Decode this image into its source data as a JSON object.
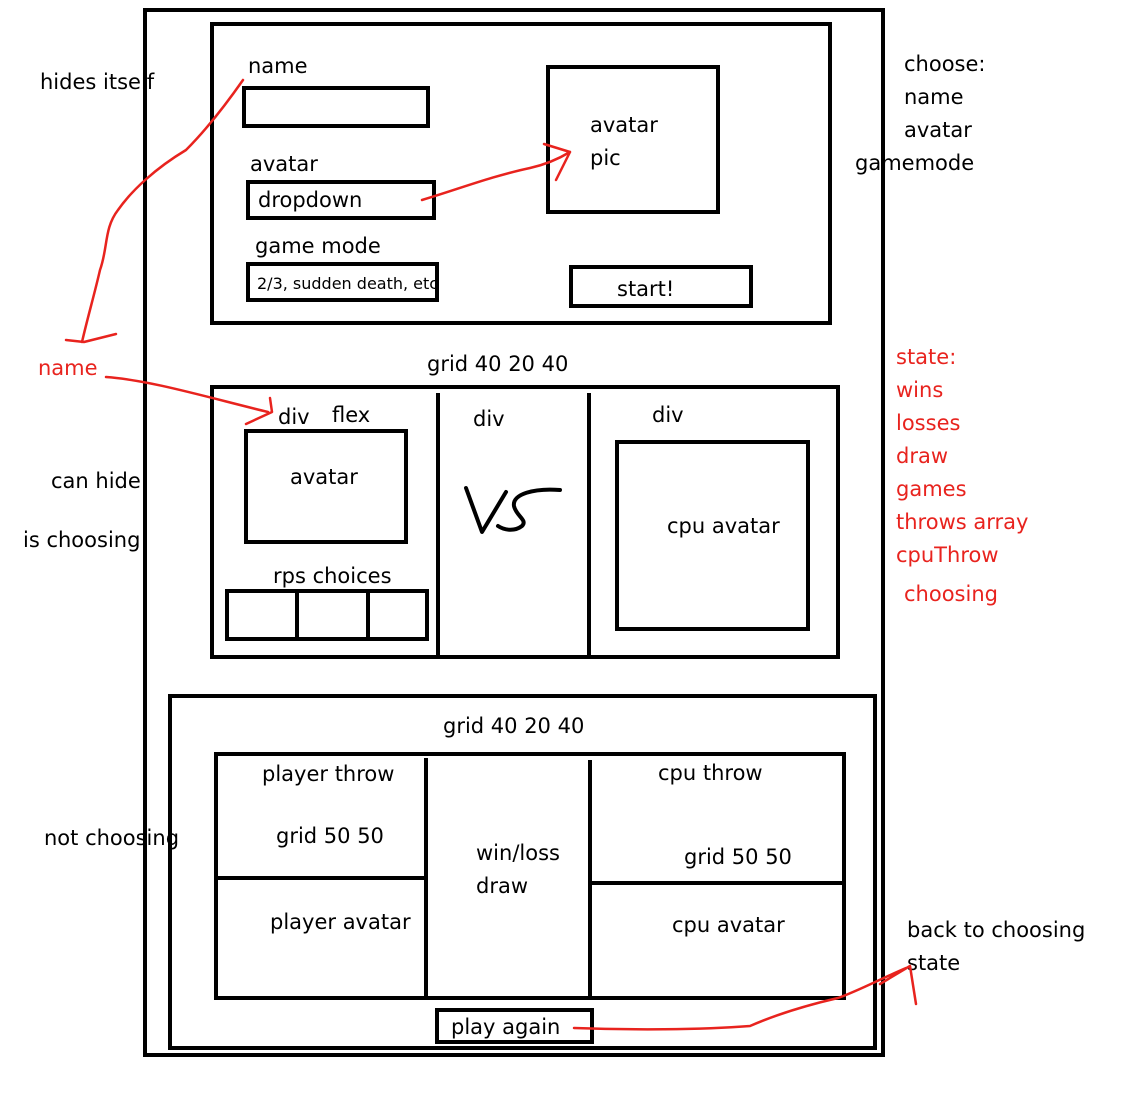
{
  "left_notes": {
    "hides_itself": "hides itself",
    "name_red": "name",
    "can_hide": "can hide",
    "is_choosing": "is choosing",
    "not_choosing": "not choosing"
  },
  "right_notes": {
    "choose_lines": [
      "choose:",
      "name",
      "avatar",
      "gamemode"
    ],
    "state_lines": [
      "state:",
      "wins",
      "losses",
      "draw",
      "games",
      "throws array",
      "cpuThrow"
    ],
    "choosing": "choosing",
    "back_lines": [
      "back to choosing",
      "state"
    ]
  },
  "setup_panel": {
    "name_label": "name",
    "avatar_label": "avatar",
    "dropdown_value": "dropdown",
    "game_mode_label": "game mode",
    "game_mode_value": "2/3, sudden death, etc",
    "avatar_pic_lines": [
      "avatar",
      "pic"
    ],
    "start_button": "start!"
  },
  "choosing_panel": {
    "grid_label": "grid 40 20 40",
    "left_div_label": "div",
    "flex_label": "flex",
    "avatar_label": "avatar",
    "rps_label": "rps choices",
    "mid_div_label": "div",
    "vs_text": "VS",
    "right_div_label": "div",
    "cpu_avatar_label": "cpu avatar"
  },
  "result_panel": {
    "grid_label": "grid 40 20 40",
    "player_throw": "player throw",
    "left_grid": "grid 50 50",
    "player_avatar": "player avatar",
    "result_lines": [
      "win/loss",
      "draw"
    ],
    "cpu_throw": "cpu throw",
    "right_grid": "grid 50 50",
    "cpu_avatar": "cpu avatar",
    "play_again": "play again"
  },
  "colors": {
    "ink": "#000000",
    "annotation": "#e8231e"
  }
}
